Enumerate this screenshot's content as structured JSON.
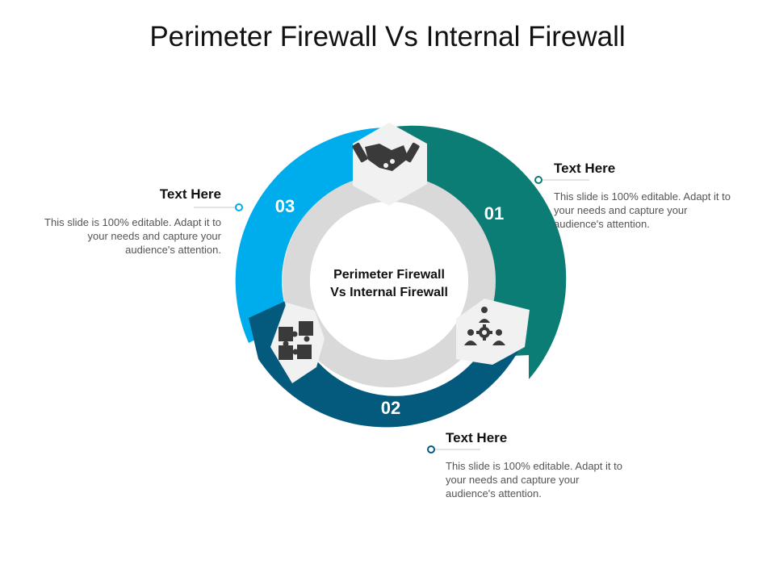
{
  "slide": {
    "title": "Perimeter Firewall Vs Internal Firewall",
    "center_line1": "Perimeter Firewall",
    "center_line2": "Vs Internal Firewall"
  },
  "segments": [
    {
      "number": "01",
      "color": "#0b7d74",
      "icon": "team-gear-icon"
    },
    {
      "number": "02",
      "color": "#035a7d",
      "icon": "puzzle-icon"
    },
    {
      "number": "03",
      "color": "#00adec",
      "icon": "handshake-icon"
    }
  ],
  "callouts": [
    {
      "heading": "Text Here",
      "body": "This slide is 100% editable. Adapt it to your needs and capture your audience's attention."
    },
    {
      "heading": "Text Here",
      "body": "This slide is 100% editable. Adapt it to your needs and capture your audience's attention."
    },
    {
      "heading": "Text Here",
      "body": "This slide is 100% editable. Adapt it to your needs and capture your audience's attention."
    }
  ],
  "colors": {
    "inner_ring": "#d9d9d9",
    "icon_tile": "#f1f1f1",
    "icon": "#3a3a3a",
    "connector": "#0b7d74"
  }
}
